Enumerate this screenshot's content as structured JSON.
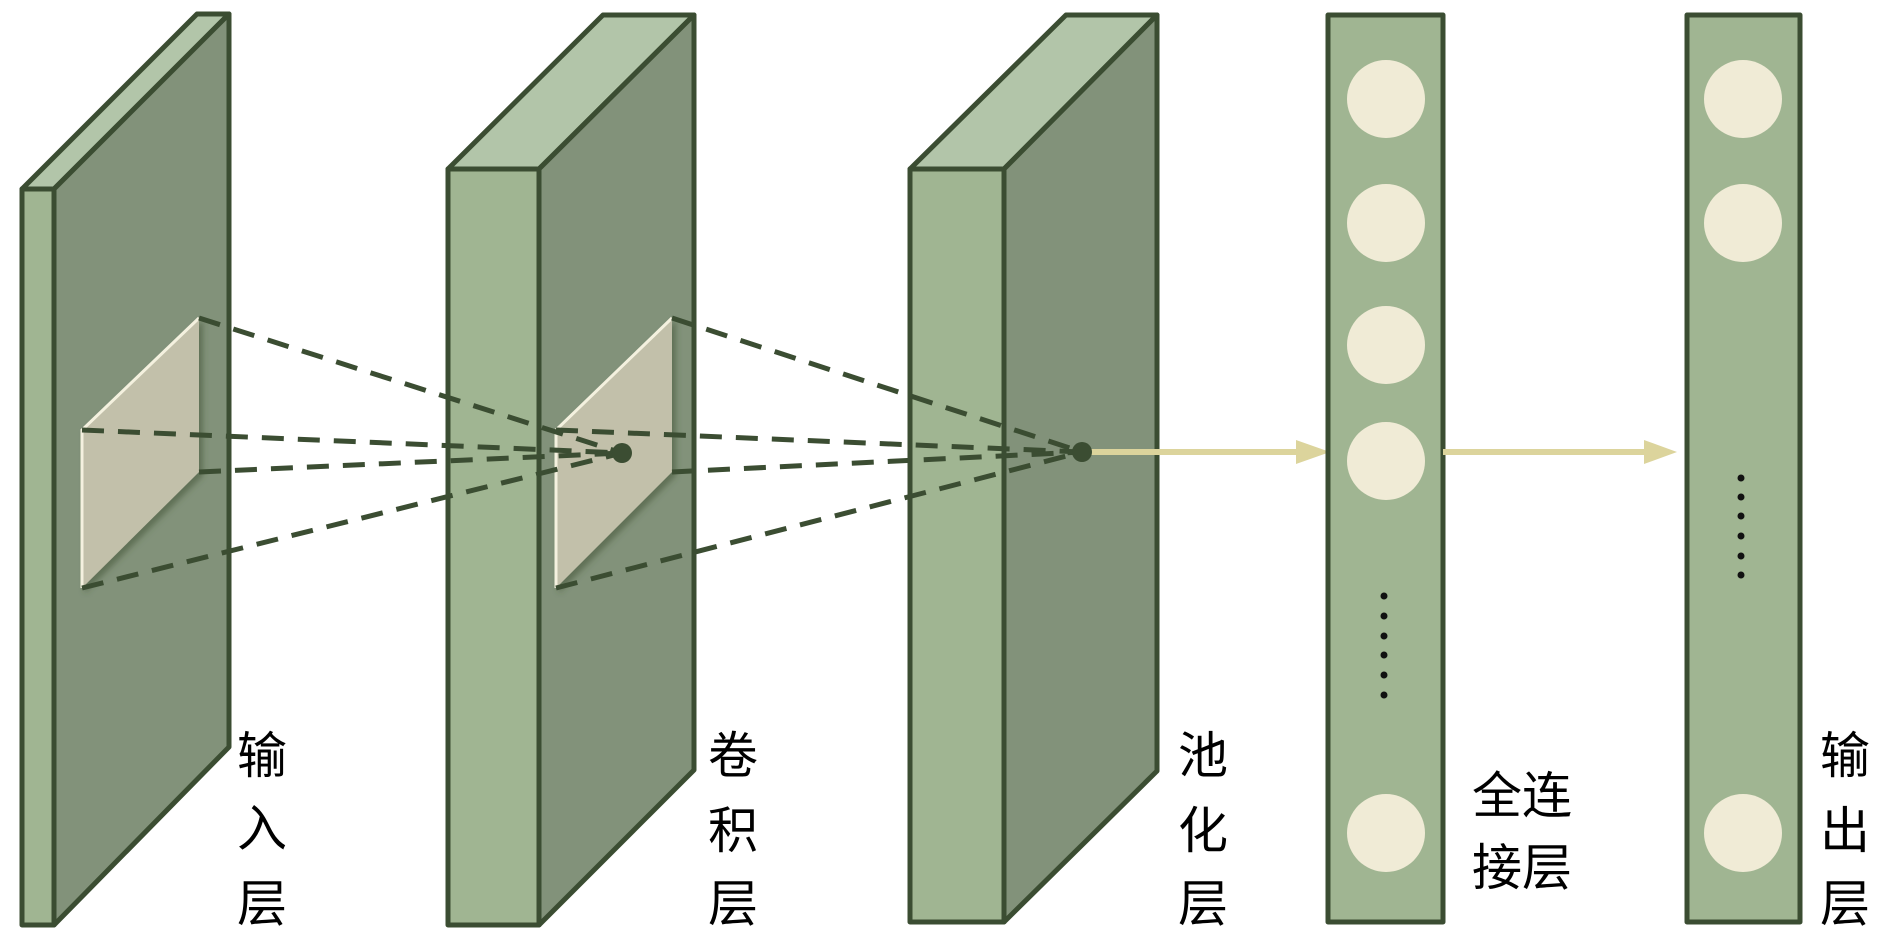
{
  "diagram": {
    "layers": [
      {
        "id": "input",
        "label_lines": [
          "输",
          "入",
          "层"
        ]
      },
      {
        "id": "conv",
        "label_lines": [
          "卷",
          "积",
          "层"
        ]
      },
      {
        "id": "pool",
        "label_lines": [
          "池",
          "化",
          "层"
        ]
      },
      {
        "id": "fc",
        "label_lines": [
          "全连",
          "接层"
        ]
      },
      {
        "id": "output",
        "label_lines": [
          "输",
          "出",
          "层"
        ]
      }
    ],
    "colors": {
      "front_face": "#a0b592",
      "side_face": "#82927a",
      "top_face": "#b2c5a9",
      "outline": "#3b4d32",
      "receptive_field": "#c2c0aa",
      "neuron": "#f0ebd6",
      "arrow": "#dcd49c"
    }
  }
}
